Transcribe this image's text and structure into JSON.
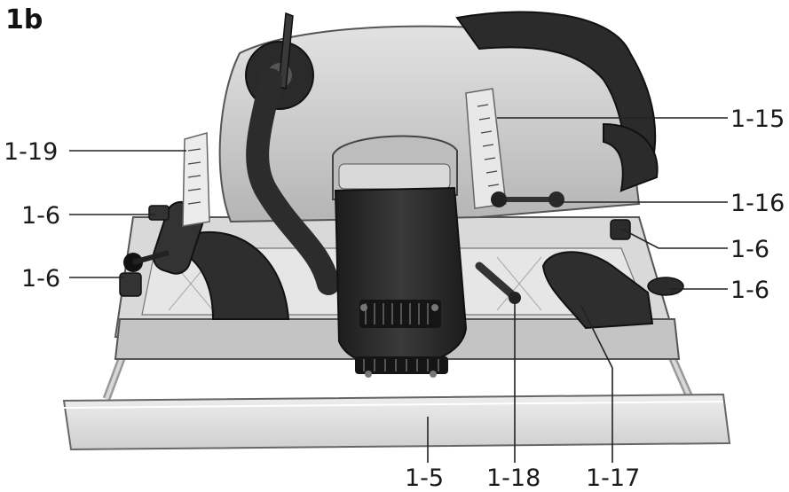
{
  "figure": {
    "title": "1b",
    "callouts": {
      "c1_19": "1-19",
      "c1_6_left_upper": "1-6",
      "c1_6_left_lower": "1-6",
      "c1_15": "1-15",
      "c1_16": "1-16",
      "c1_6_right_upper": "1-6",
      "c1_6_right_lower": "1-6",
      "c1_5": "1-5",
      "c1_18": "1-18",
      "c1_17": "1-17"
    }
  },
  "colors": {
    "housing": "#c9c9c9",
    "dark": "#2b2b2b",
    "base": "#d6d6d6",
    "rail": "#e4e4e4"
  }
}
